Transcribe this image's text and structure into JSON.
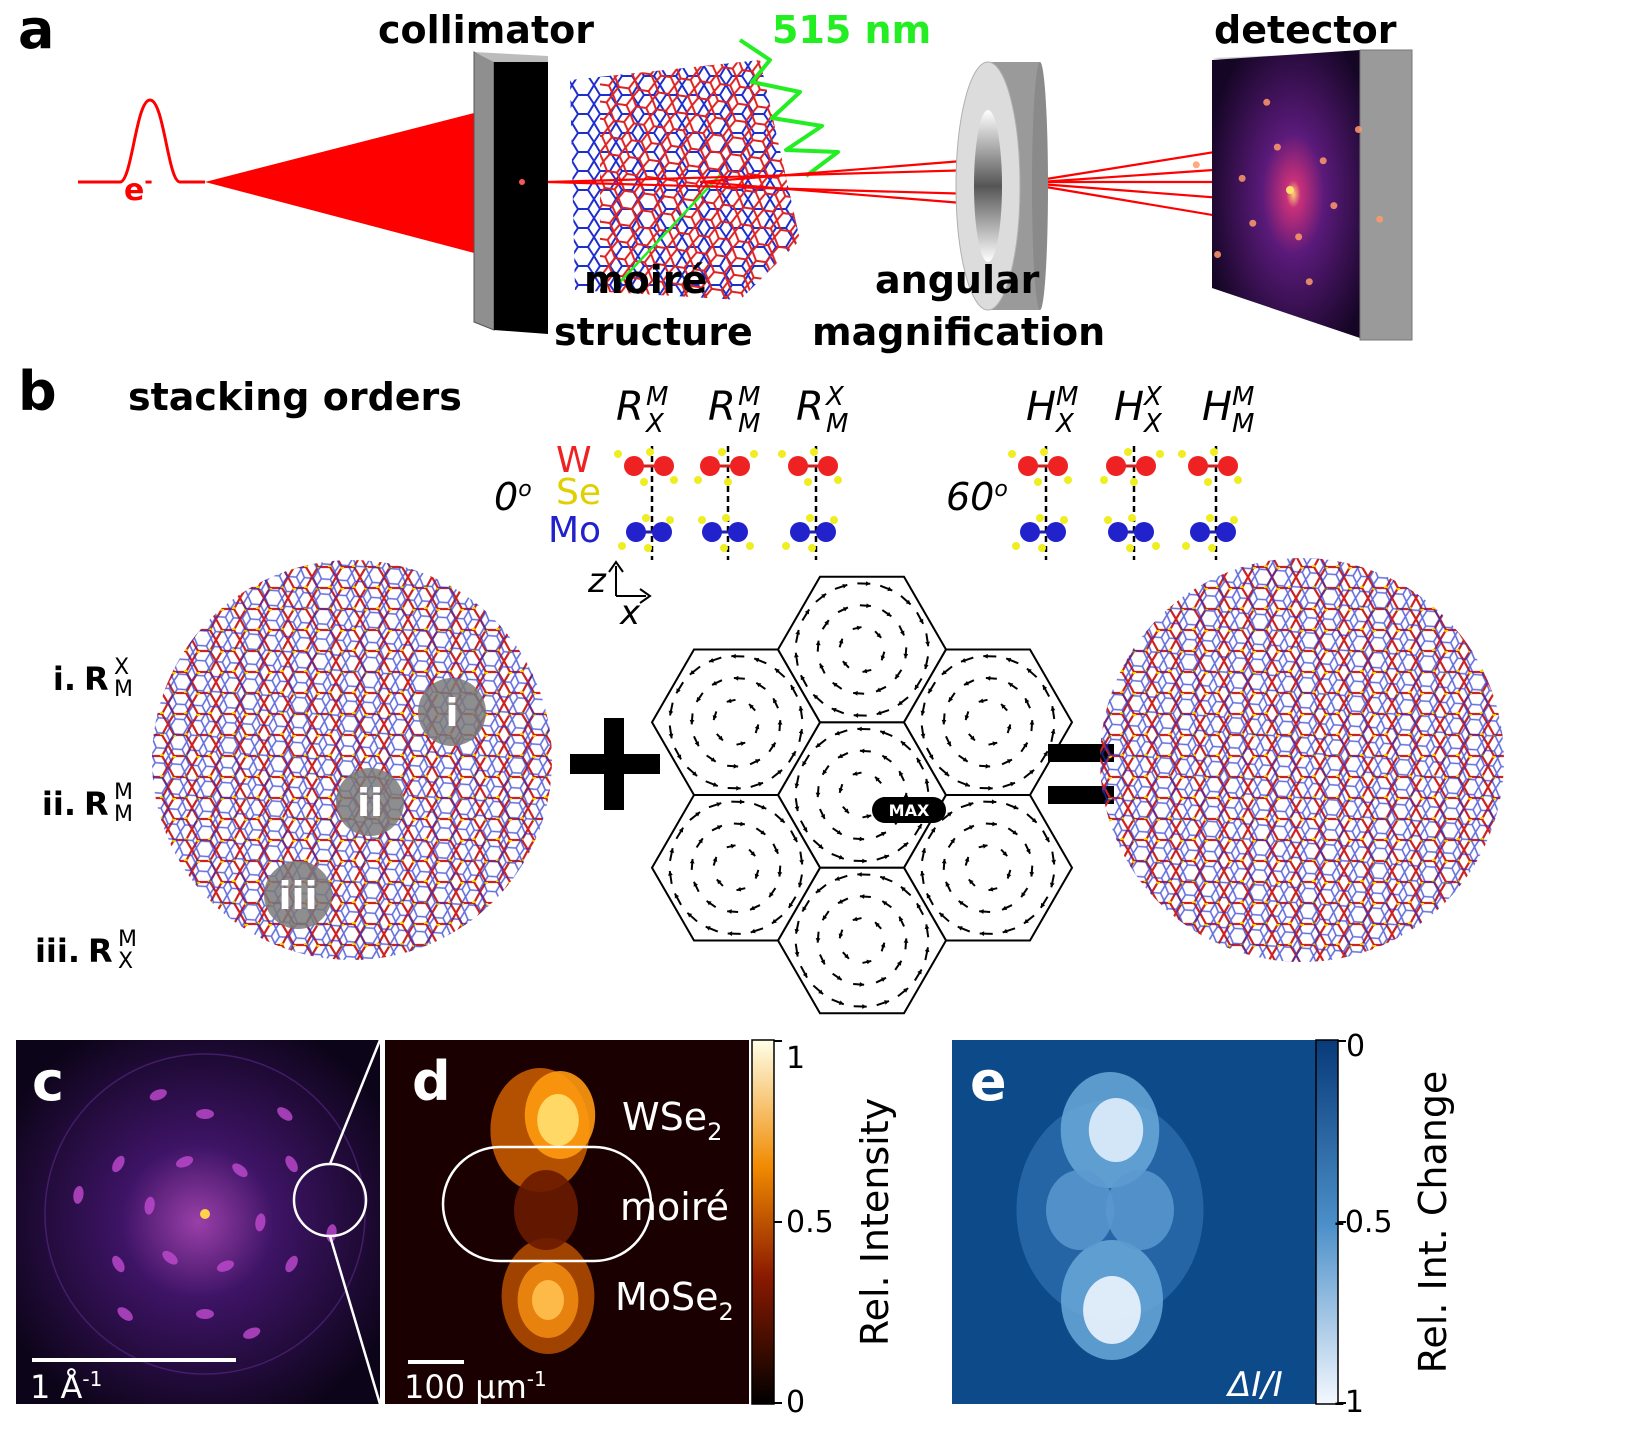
{
  "panel_a": {
    "letter": "a",
    "collimator": "collimator",
    "laser": "515 nm",
    "detector": "detector",
    "electron": "e",
    "electron_sup": "-",
    "moire_line1": "moiré",
    "moire_line2": "structure",
    "angular_line1": "angular",
    "angular_line2": "magnification"
  },
  "panel_b": {
    "letter": "b",
    "title": "stacking orders",
    "angle0": "0",
    "angle60": "60",
    "degree": "o",
    "species_w": "W",
    "species_se": "Se",
    "species_mo": "Mo",
    "axis_z": "z",
    "axis_x": "x",
    "orders0": [
      {
        "base": "R",
        "sup": "M",
        "sub": "X"
      },
      {
        "base": "R",
        "sup": "M",
        "sub": "M"
      },
      {
        "base": "R",
        "sup": "X",
        "sub": "M"
      }
    ],
    "orders60": [
      {
        "base": "H",
        "sup": "M",
        "sub": "X"
      },
      {
        "base": "H",
        "sup": "X",
        "sub": "X"
      },
      {
        "base": "H",
        "sup": "M",
        "sub": "M"
      }
    ],
    "rows": [
      {
        "prefix": "i.",
        "base": "R",
        "sup": "X",
        "sub": "M",
        "marker": "i"
      },
      {
        "prefix": "ii.",
        "base": "R",
        "sup": "M",
        "sub": "M",
        "marker": "ii"
      },
      {
        "prefix": "iii.",
        "base": "R",
        "sup": "M",
        "sub": "X",
        "marker": "iii"
      }
    ],
    "max_label": "MAX",
    "plus": "+",
    "equals": "="
  },
  "panel_c": {
    "letter": "c",
    "scale_label": "1 Å",
    "scale_sup": "-1"
  },
  "panel_d": {
    "letter": "d",
    "label_wse2": "WSe",
    "label_moire": "moiré",
    "label_mose2": "MoSe",
    "sub2": "2",
    "scale_label": "100 μm",
    "scale_sup": "-1",
    "colorbar_label": "Rel. Intensity",
    "colorbar_ticks": [
      "1",
      "0.5",
      "0"
    ]
  },
  "panel_e": {
    "letter": "e",
    "inset": "ΔI/I",
    "colorbar_label": "Rel. Int. Change",
    "colorbar_ticks": [
      "0",
      "-0.5",
      "-1"
    ]
  },
  "colors": {
    "electron_beam": "#ff0000",
    "laser": "#22ee22",
    "w_atom": "#ee2222",
    "se_atom": "#eeee22",
    "mo_atom": "#2222cc",
    "detector_bg": "#1a0830",
    "heatmap_d_hot": "#ffffd0",
    "heatmap_e_bg": "#0c4a8a"
  }
}
